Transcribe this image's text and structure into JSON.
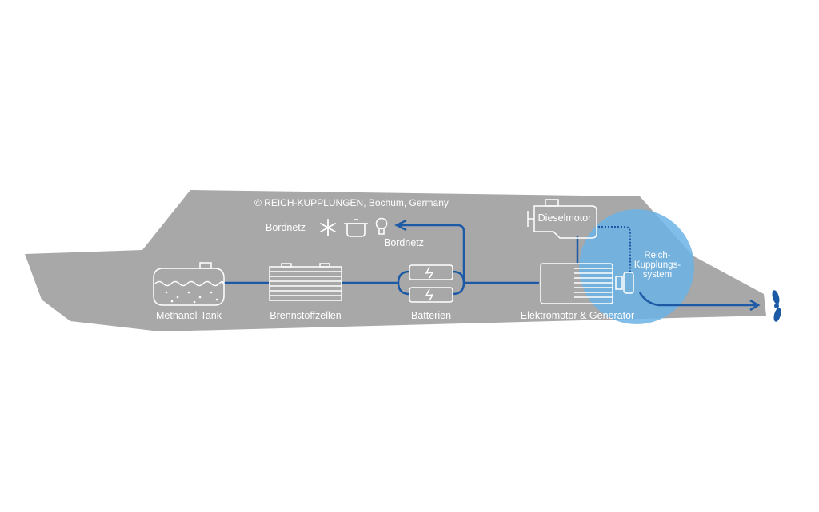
{
  "copyright": "© REICH-KUPPLUNGEN, Bochum, Germany",
  "labels": {
    "methanol_tank": "Methanol-Tank",
    "fuel_cells": "Brennstoffzellen",
    "batteries": "Batterien",
    "motor_generator": "Elektromotor & Generator",
    "diesel_engine": "Dieselmotor",
    "onboard_grid_left": "Bordnetz",
    "onboard_grid": "Bordnetz",
    "coupling_line1": "Reich-",
    "coupling_line2": "Kupplungs-",
    "coupling_line3": "system"
  },
  "icons": [
    "snowflake-icon",
    "cooking-pot-icon",
    "light-bulb-icon",
    "propeller-icon",
    "battery-icon"
  ],
  "colors": {
    "hull": "#a8a8a8",
    "flow_line": "#1d5aa6",
    "coupling_highlight": "#6bb3e6",
    "icon_stroke": "#ffffff"
  }
}
